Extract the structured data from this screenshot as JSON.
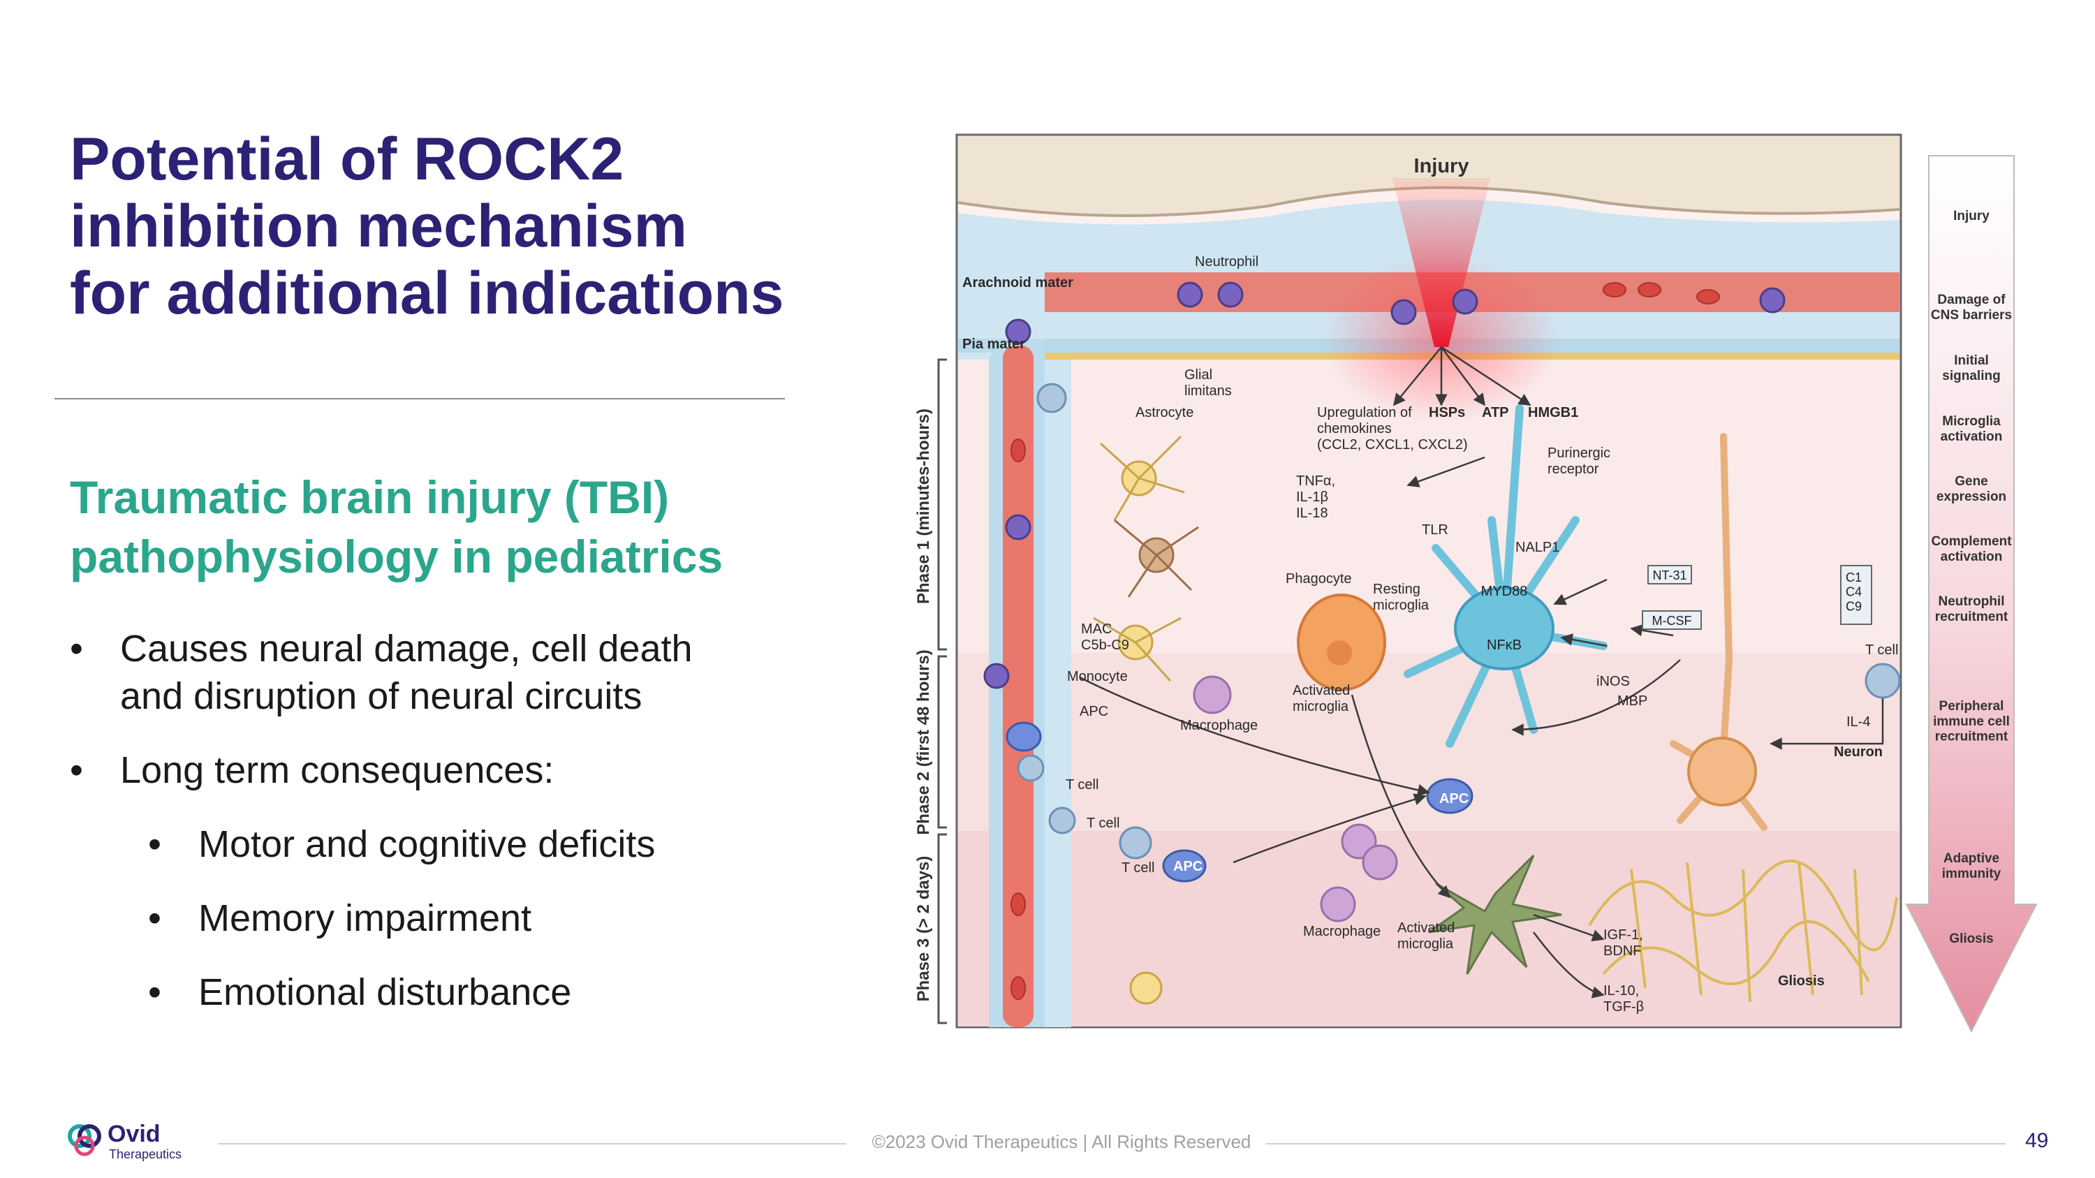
{
  "slide": {
    "title": "Potential of ROCK2\ninhibition mechanism\nfor additional indications",
    "subtitle": "Traumatic brain injury (TBI)\npathophysiology in pediatrics",
    "bullets": [
      "Causes neural damage, cell death\nand disruption of neural circuits",
      "Long term consequences:"
    ],
    "sub_bullets": [
      "Motor and cognitive deficits",
      "Memory impairment",
      "Emotional disturbance"
    ]
  },
  "footer": {
    "copyright": "©2023 Ovid Therapeutics | All Rights Reserved",
    "page_number": "49",
    "logo_word": "Ovid",
    "logo_sub": "Therapeutics"
  },
  "diagram": {
    "injury": "Injury",
    "labels": {
      "arachnoid": "Arachnoid mater",
      "neutrophil": "Neutrophil",
      "pia": "Pia mater",
      "glial": "Glial\nlimitans",
      "astrocyte": "Astrocyte",
      "upregulation": "Upregulation of\nchemokines\n(CCL2, CXCL1, CXCL2)",
      "hsps": "HSPs",
      "atp": "ATP",
      "hmgb1": "HMGB1",
      "purinergic": "Purinergic\nreceptor",
      "tnf": "TNFα,\nIL-1β\nIL-18",
      "tlr": "TLR",
      "nalp1": "NALP1",
      "nt31": "NT-31",
      "phagocyte": "Phagocyte",
      "resting": "Resting\nmicroglia",
      "myd88": "MYD88",
      "nfkb": "NFκB",
      "mcsf": "M-CSF",
      "complement": "C1\nC4\nC9",
      "mac": "MAC\nC5b-C9",
      "monocyte": "Monocyte",
      "apc1": "APC",
      "macrophage1": "Macrophage",
      "activated1": "Activated\nmicroglia",
      "inos": "iNOS",
      "mbp": "MBP",
      "tcell_right": "T cell",
      "il4": "IL-4",
      "neuron": "Neuron",
      "tcell1": "T cell",
      "tcell2": "T cell",
      "apc2": "APC",
      "tcell3": "T cell",
      "apc3": "APC",
      "macrophage2": "Macrophage",
      "activated2": "Activated\nmicroglia",
      "igf": "IGF-1,\nBDNF",
      "il10": "IL-10,\nTGF-β",
      "gliosis": "Gliosis"
    },
    "phases": [
      "Phase 1 (minutes-hours)",
      "Phase 2 (first 48 hours)",
      "Phase 3 (> 2 days)"
    ],
    "stages": [
      "Injury",
      "Damage of\nCNS barriers",
      "Initial\nsignaling",
      "Microglia\nactivation",
      "Gene\nexpression",
      "Complement\nactivation",
      "Neutrophil\nrecruitment",
      "Peripheral\nimmune cell\nrecruitment",
      "Adaptive\nimmunity",
      "Gliosis"
    ]
  },
  "colors": {
    "title": "#2b2275",
    "subtitle": "#2aa68c",
    "vessel": "#e9776c",
    "microglia": "#6ec3dc",
    "arrow_top": "#ffffff",
    "arrow_bottom": "#e79aa8"
  }
}
